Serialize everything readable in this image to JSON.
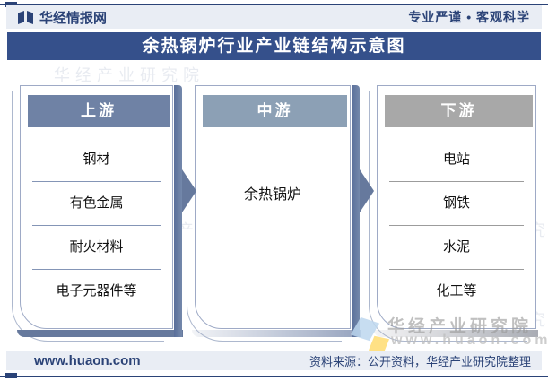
{
  "header": {
    "brand": "华经情报网",
    "tagline": "专业严谨 • 客观科学",
    "logo_icon": "open-book-logo-icon"
  },
  "title": "余热锅炉行业产业链结构示意图",
  "chain": {
    "columns": [
      {
        "label": "上游",
        "header_color": "#6F82A5",
        "items": [
          "钢材",
          "有色金属",
          "耐火材料",
          "电子元器件等"
        ]
      },
      {
        "label": "中游",
        "header_color": "#8CA0B5",
        "items": [
          "余热锅炉"
        ]
      },
      {
        "label": "下游",
        "header_color": "#A8A8A8",
        "items": [
          "电站",
          "钢铁",
          "水泥",
          "化工等"
        ]
      }
    ],
    "arrow_color": "#66799D"
  },
  "watermark": {
    "line1": "华经产业研究院",
    "line2": "www.huaon.com"
  },
  "footer": {
    "site": "www.huaon.com",
    "source": "资料来源：公开资料，华经产业研究院整理"
  },
  "colors": {
    "navy": "#2B4377",
    "title_bar": "#35508B",
    "strip_bg": "#E9EDF4",
    "card_border": "#9EAAC6"
  }
}
